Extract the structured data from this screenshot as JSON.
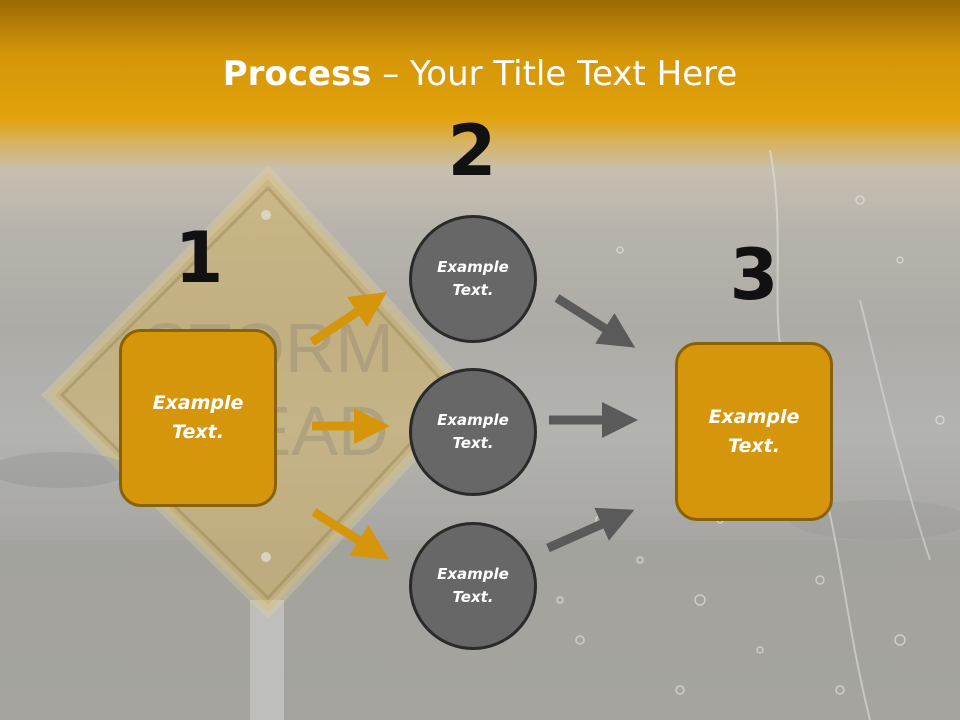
{
  "title": {
    "bold": "Process",
    "rest": " – Your Title Text Here"
  },
  "steps": [
    {
      "number": "1",
      "text": "Example Text."
    },
    {
      "number": "2",
      "circles": [
        "Example Text.",
        "Example Text.",
        "Example Text."
      ]
    },
    {
      "number": "3",
      "text": "Example Text."
    }
  ],
  "background_sign": {
    "line1": "STORM",
    "line2": "AHEAD"
  },
  "colors": {
    "accent": "#d6960c",
    "circle": "#676767",
    "arrow_gold": "#d6960c",
    "arrow_gray": "#5a5a5a"
  }
}
